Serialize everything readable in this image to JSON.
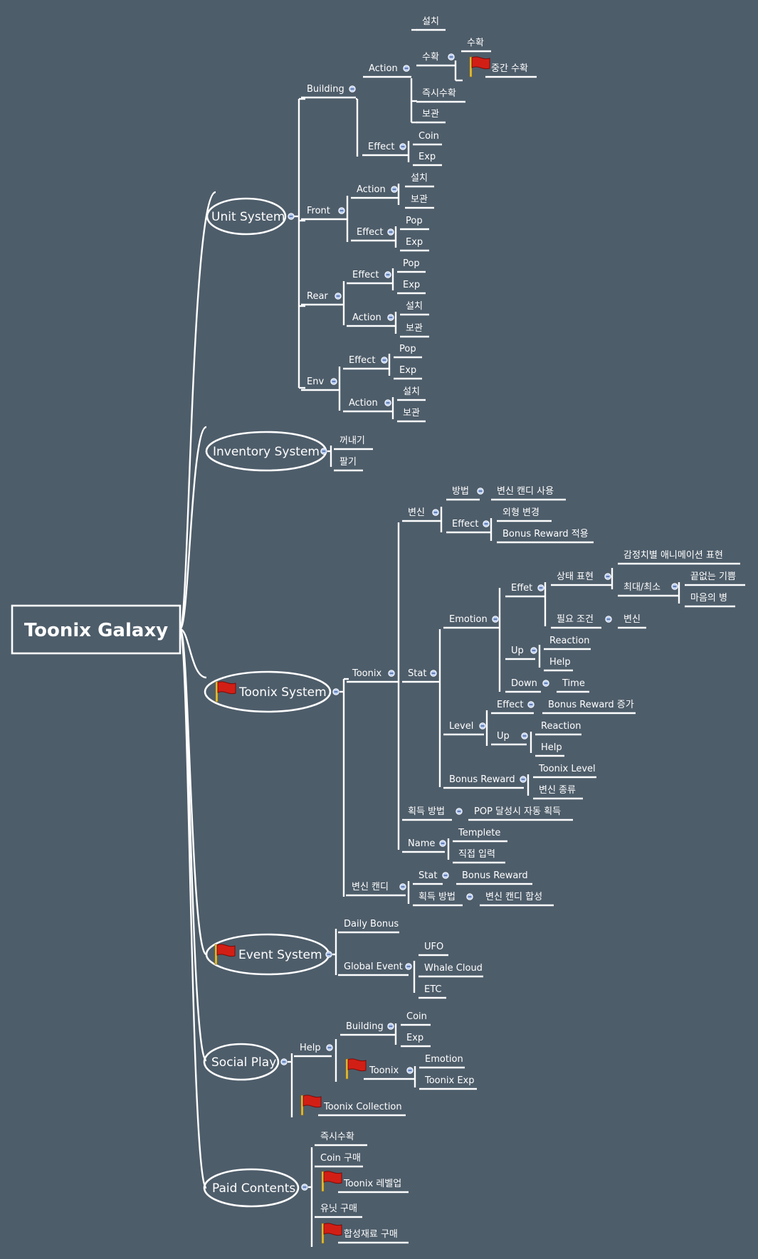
{
  "colors": {
    "background": "#4e5d6a",
    "line": "#ffffff",
    "collapse_dot": "#b9cdf2",
    "flag": "#d21f16"
  },
  "icons": {
    "flag": "flag-icon",
    "collapse": "collapse-dot-icon"
  },
  "root": {
    "label": "Toonix Galaxy"
  },
  "branches": {
    "unit": {
      "label": "Unit System",
      "building": {
        "label": "Building",
        "action": {
          "label": "Action",
          "install": "설치",
          "harvest": {
            "label": "수확",
            "child": "수확",
            "mid": "중간 수확"
          },
          "instant": "즉시수확",
          "store": "보관"
        },
        "effect": {
          "label": "Effect",
          "coin": "Coin",
          "exp": "Exp"
        }
      },
      "front": {
        "label": "Front",
        "action": {
          "label": "Action",
          "install": "설치",
          "store": "보관"
        },
        "effect": {
          "label": "Effect",
          "pop": "Pop",
          "exp": "Exp"
        }
      },
      "rear": {
        "label": "Rear",
        "effect": {
          "label": "Effect",
          "pop": "Pop",
          "exp": "Exp"
        },
        "action": {
          "label": "Action",
          "install": "설치",
          "store": "보관"
        }
      },
      "env": {
        "label": "Env",
        "effect": {
          "label": "Effect",
          "pop": "Pop",
          "exp": "Exp"
        },
        "action": {
          "label": "Action",
          "install": "설치",
          "store": "보관"
        }
      }
    },
    "inventory": {
      "label": "Inventory System",
      "takeout": "꺼내기",
      "sell": "팔기"
    },
    "toonix": {
      "label": "Toonix System",
      "toonix": {
        "label": "Toonix",
        "transform": {
          "label": "변신",
          "method": {
            "label": "방법",
            "value": "변신 캔디 사용"
          },
          "effect": {
            "label": "Effect",
            "look": "외형 변경",
            "bonus": "Bonus Reward 적용"
          }
        },
        "stat": {
          "label": "Stat",
          "emotion": {
            "label": "Emotion",
            "effet": {
              "label": "Effet",
              "state": {
                "label": "상태 표현",
                "anim": "감정치별 애니메이션 표현",
                "maxmin": {
                  "label": "최대/최소",
                  "joy": "끝없는 기쁨",
                  "sick": "마음의 병"
                }
              },
              "need": {
                "label": "필요 조건",
                "value": "변신"
              }
            },
            "up": {
              "label": "Up",
              "reaction": "Reaction",
              "help": "Help"
            },
            "down": {
              "label": "Down",
              "time": "Time"
            }
          },
          "level": {
            "label": "Level",
            "effect": {
              "label": "Effect",
              "value": "Bonus Reward 증가"
            },
            "up": {
              "label": "Up",
              "reaction": "Reaction",
              "help": "Help"
            }
          },
          "bonus": {
            "label": "Bonus Reward",
            "level": "Toonix Level",
            "kind": "변신 종류"
          }
        },
        "acquire": {
          "label": "획득 방법",
          "value": "POP 달성시 자동 획득"
        },
        "name": {
          "label": "Name",
          "template": "Templete",
          "input": "직접 입력"
        }
      },
      "candy": {
        "label": "변신 캔디",
        "stat": {
          "label": "Stat",
          "value": "Bonus Reward"
        },
        "acquire": {
          "label": "획득 방법",
          "value": "변신 캔디 합성"
        }
      }
    },
    "event": {
      "label": "Event System",
      "daily": "Daily Bonus",
      "global": {
        "label": "Global Event",
        "ufo": "UFO",
        "whale": "Whale Cloud",
        "etc": "ETC"
      }
    },
    "social": {
      "label": "Social Play",
      "help": {
        "label": "Help",
        "building": {
          "label": "Building",
          "coin": "Coin",
          "exp": "Exp"
        },
        "toonix": {
          "label": "Toonix",
          "emotion": "Emotion",
          "exp": "Toonix Exp"
        }
      },
      "collection": "Toonix Collection"
    },
    "paid": {
      "label": "Paid Contents",
      "instant": "즉시수확",
      "coin": "Coin 구매",
      "level": "Toonix 레벨업",
      "unit": "유닛 구매",
      "material": "합성재료 구매"
    }
  }
}
